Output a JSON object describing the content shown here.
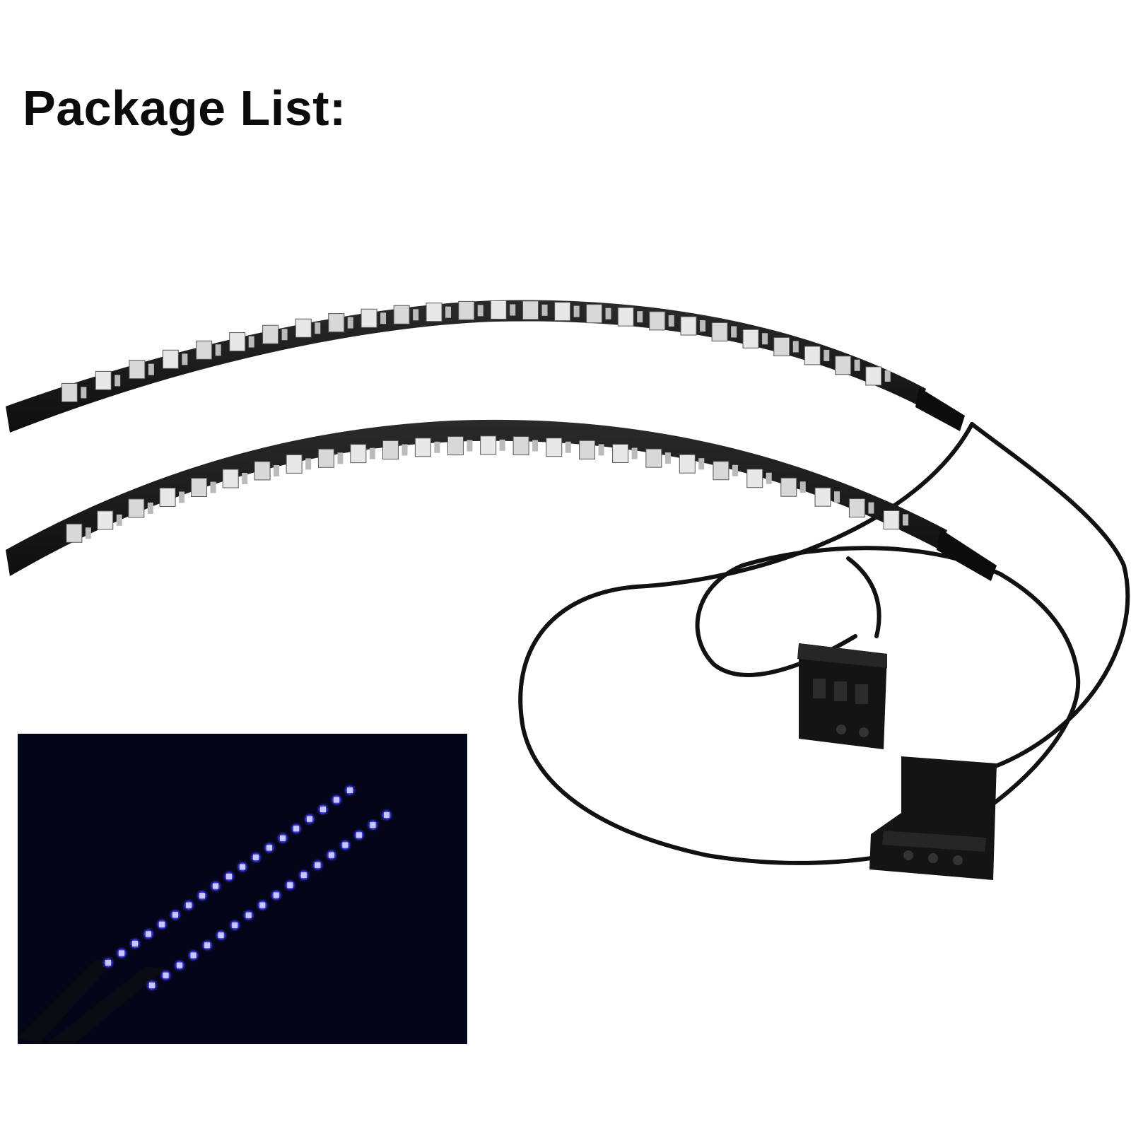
{
  "heading": {
    "text": "Package List:"
  },
  "product": {
    "strip_count": 2,
    "led_color": "#3c3cff",
    "strip_color": "#1a1a1a",
    "cable_color": "#111111",
    "connector_type": "molex-4pin"
  },
  "inset": {
    "background_color": "#05051a",
    "glow_color": "#5a5aff",
    "strip_count": 2
  }
}
